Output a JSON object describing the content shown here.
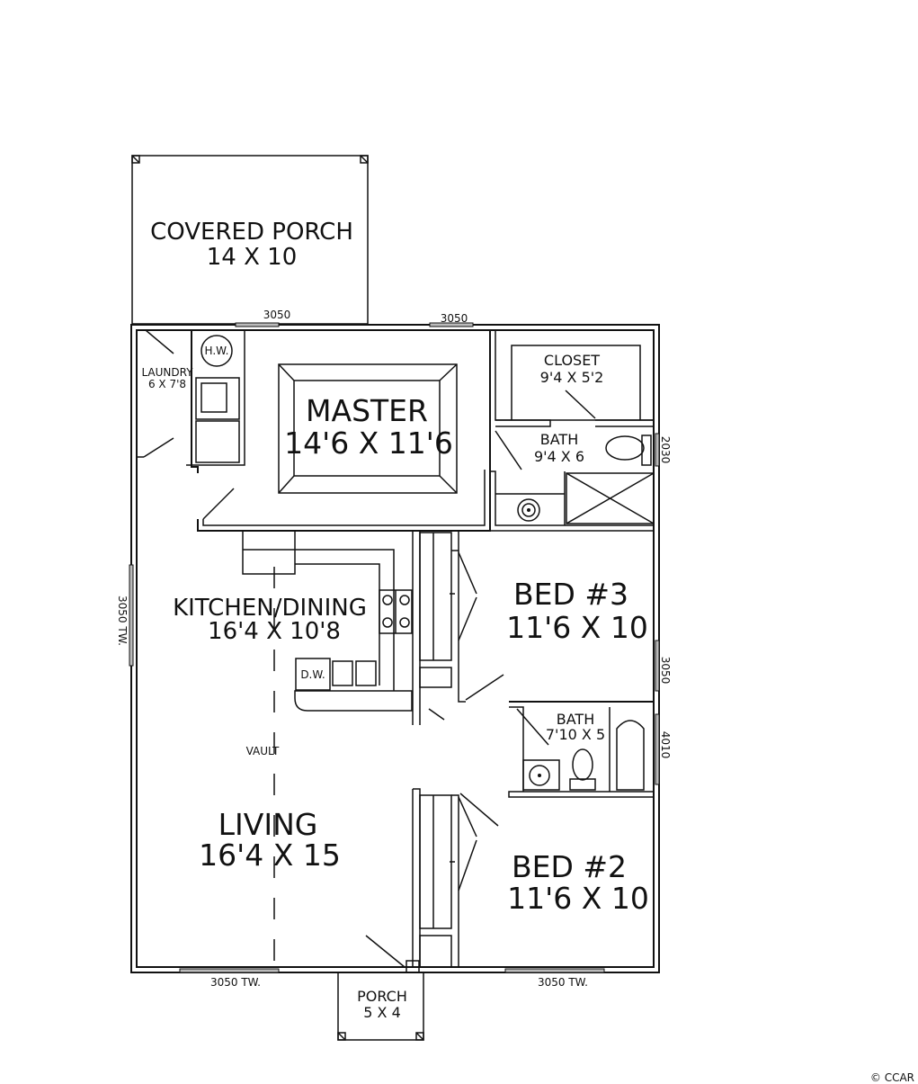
{
  "rooms": {
    "covered_porch": {
      "name": "COVERED PORCH",
      "size": "14 X 10"
    },
    "laundry": {
      "name": "LAUNDRY",
      "size": "6 X 7'8"
    },
    "water_heater": "H.W.",
    "master": {
      "name": "MASTER",
      "size": "14'6 X 11'6"
    },
    "closet": {
      "name": "CLOSET",
      "size": "9'4 X 5'2"
    },
    "master_bath": {
      "name": "BATH",
      "size": "9'4 X 6"
    },
    "kitchen": {
      "name": "KITCHEN/DINING",
      "size": "16'4 X 10'8"
    },
    "dishwasher": "D.W.",
    "bed3": {
      "name": "BED #3",
      "size": "11'6 X 10"
    },
    "bath2": {
      "name": "BATH",
      "size": "7'10 X 5"
    },
    "vault": "VAULT",
    "living": {
      "name": "LIVING",
      "size": "16'4 X 15"
    },
    "bed2": {
      "name": "BED #2",
      "size": "11'6 X 10"
    },
    "porch": {
      "name": "PORCH",
      "size": "5 X 4"
    }
  },
  "windows": {
    "top_left": "3050",
    "top_right": "3050",
    "left_wall": "3050 TW.",
    "right_master_bath": "2030",
    "right_bed3": "3050",
    "right_bath2": "4010",
    "bottom_left": "3050 TW.",
    "bottom_right": "3050 TW."
  },
  "watermark": "© CCAR"
}
